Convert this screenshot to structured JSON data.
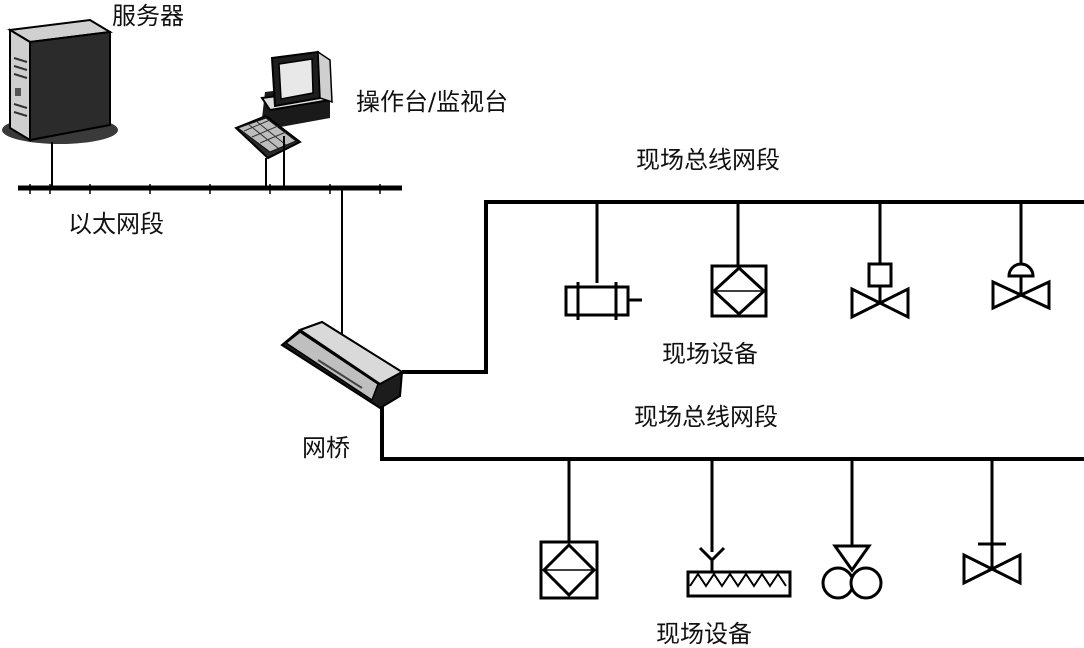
{
  "labels": {
    "server": "服务器",
    "console": "操作台/监视台",
    "ethernet_segment": "以太网段",
    "bridge": "网桥",
    "fieldbus_segment_top": "现场总线网段",
    "field_devices_top": "现场设备",
    "fieldbus_segment_bottom": "现场总线网段",
    "field_devices_bottom": "现场设备"
  },
  "colors": {
    "line": "#000000",
    "device_dark": "#2a2a2a",
    "device_light": "#e6e6e6"
  }
}
